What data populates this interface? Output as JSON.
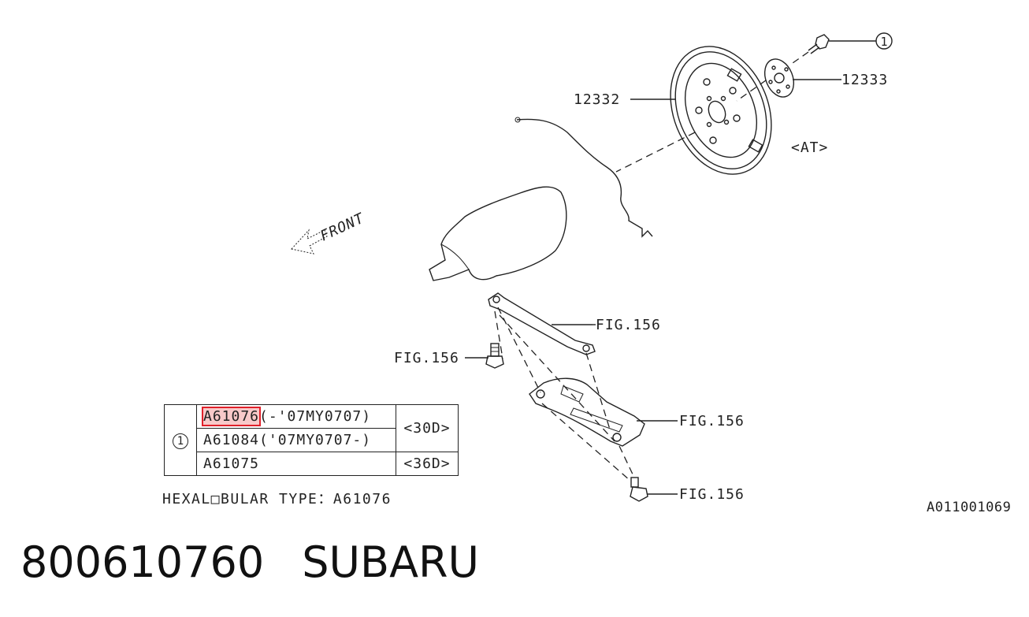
{
  "diagram": {
    "labels": {
      "ref_circle": "1",
      "part_12333": "12333",
      "part_12332": "12332",
      "at": "<AT>",
      "front": "FRONT",
      "fig_upper": "FIG.156",
      "fig_bolt_left": "FIG.156",
      "fig_cover": "FIG.156",
      "fig_bolt_bottom": "FIG.156"
    },
    "code": "A011001069"
  },
  "legend": {
    "ref": "1",
    "rows": [
      {
        "part": "A61076",
        "note": "(-'07MY0707)",
        "engine": "<30D>",
        "highlighted": true
      },
      {
        "part": "A61084",
        "note": "('07MY0707-)",
        "engine": "<30D>"
      },
      {
        "part": "A61075",
        "note": "",
        "engine": "<36D>"
      }
    ],
    "note": "HEXAL□BULAR TYPE：A61076"
  },
  "footer": {
    "part_number": "800610760",
    "brand": "SUBARU"
  },
  "colors": {
    "highlight": "#e0202a",
    "line": "#222222"
  }
}
